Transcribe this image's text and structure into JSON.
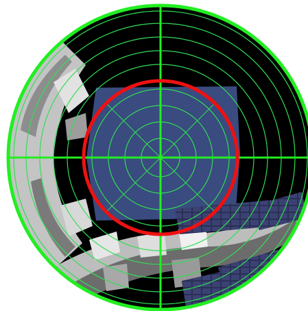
{
  "view": {
    "colors": {
      "frame": "#ffffff",
      "space": "#000000",
      "reticle": "#22ee22",
      "fine_reticle": "#33dd55",
      "target_ring": "#ee1111",
      "target_panel": "#3c4f86",
      "station_light": "#c4c4c4",
      "station_dark": "#5a5a5a",
      "solar_array": "#2a2f55"
    },
    "rings": {
      "outer_count": 7,
      "inner_count": 5
    },
    "icons": {
      "reticle": "crosshair-reticle",
      "target": "target-ring"
    }
  }
}
